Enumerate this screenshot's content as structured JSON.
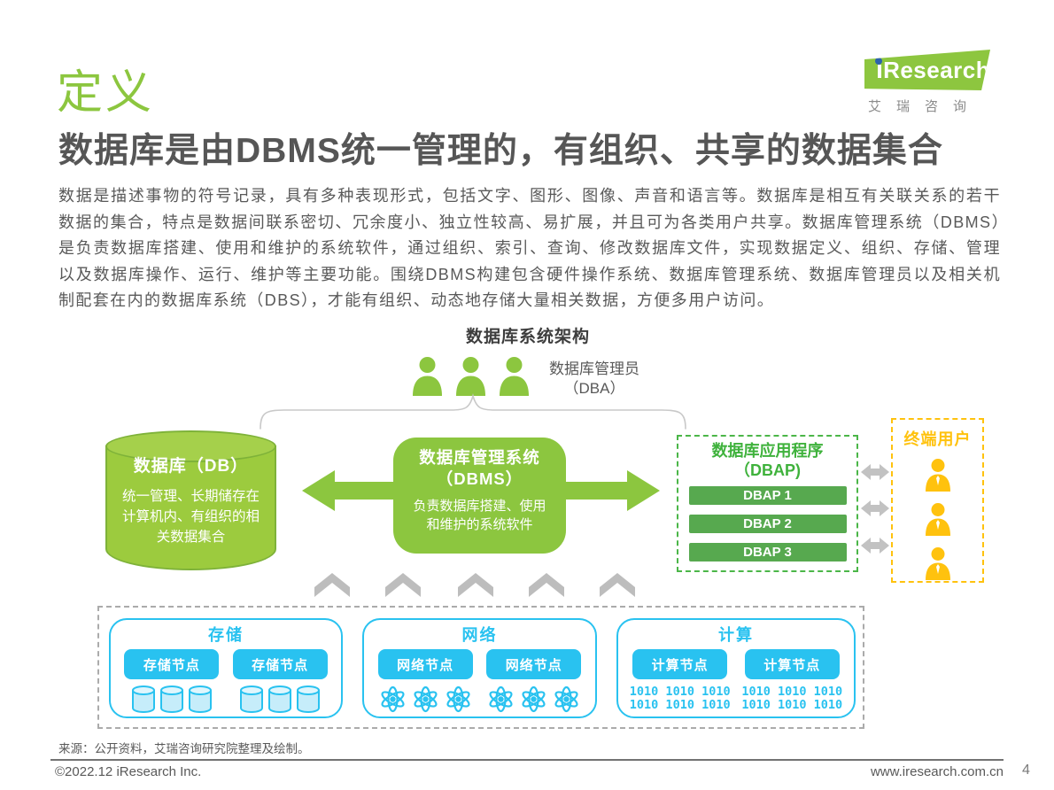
{
  "header": {
    "section_title": "定义",
    "headline": "数据库是由DBMS统一管理的，有组织、共享的数据集合",
    "logo": {
      "i": "i",
      "text": "Research",
      "cn": "艾瑞咨询"
    }
  },
  "intro": "数据是描述事物的符号记录，具有多种表现形式，包括文字、图形、图像、声音和语言等。数据库是相互有关联关系的若干数据的集合，特点是数据间联系密切、冗余度小、独立性较高、易扩展，并且可为各类用户共享。数据库管理系统（DBMS）是负责数据库搭建、使用和维护的系统软件，通过组织、索引、查询、修改数据库文件，实现数据定义、组织、存储、管理以及数据库操作、运行、维护等主要功能。围绕DBMS构建包含硬件操作系统、数据库管理系统、数据库管理员以及相关机制配套在内的数据库系统（DBS），才能有组织、动态地存储大量相关数据，方便多用户访问。",
  "diagram": {
    "title": "数据库系统架构",
    "dba": {
      "line1": "数据库管理员",
      "line2": "（DBA）",
      "icon": "admin-person-icon",
      "icon_count": 3
    },
    "db": {
      "title": "数据库（DB）",
      "desc_lines": [
        "统一管理、长期储存在",
        "计算机内、有组织的相",
        "关数据集合"
      ]
    },
    "dbms": {
      "title_lines": [
        "数据库管理系统",
        "（DBMS）"
      ],
      "desc_lines": [
        "负责数据库搭建、使用",
        "和维护的系统软件"
      ]
    },
    "dbap": {
      "title_lines": [
        "数据库应用程序",
        "（DBAP)"
      ],
      "apps": [
        "DBAP 1",
        "DBAP 2",
        "DBAP 3"
      ]
    },
    "end_user": {
      "title": "终端用户",
      "icon": "user-person-icon",
      "icon_count": 3
    },
    "infra": {
      "storage": {
        "title": "存储",
        "node_label": "存储节点",
        "icon": "database-cylinder-icon"
      },
      "network": {
        "title": "网络",
        "node_label": "网络节点",
        "icon": "atom-icon"
      },
      "compute": {
        "title": "计算",
        "node_label": "计算节点",
        "binary_line": "1010 1010 1010"
      }
    }
  },
  "footer": {
    "source": "来源：公开资料，艾瑞咨询研究院整理及绘制。",
    "copyright": "©2022.12 iResearch Inc.",
    "website": "www.iresearch.com.cn",
    "page_number": "4"
  },
  "colors": {
    "brand_green": "#8CC63F",
    "dark_green": "#57A94F",
    "cylinder_green": "#9CCB3E",
    "dashed_green": "#4BB648",
    "cyan": "#29C2F0",
    "yellow": "#FFC20E",
    "arrow_gray": "#BDBDBD",
    "text_gray": "#595959"
  }
}
